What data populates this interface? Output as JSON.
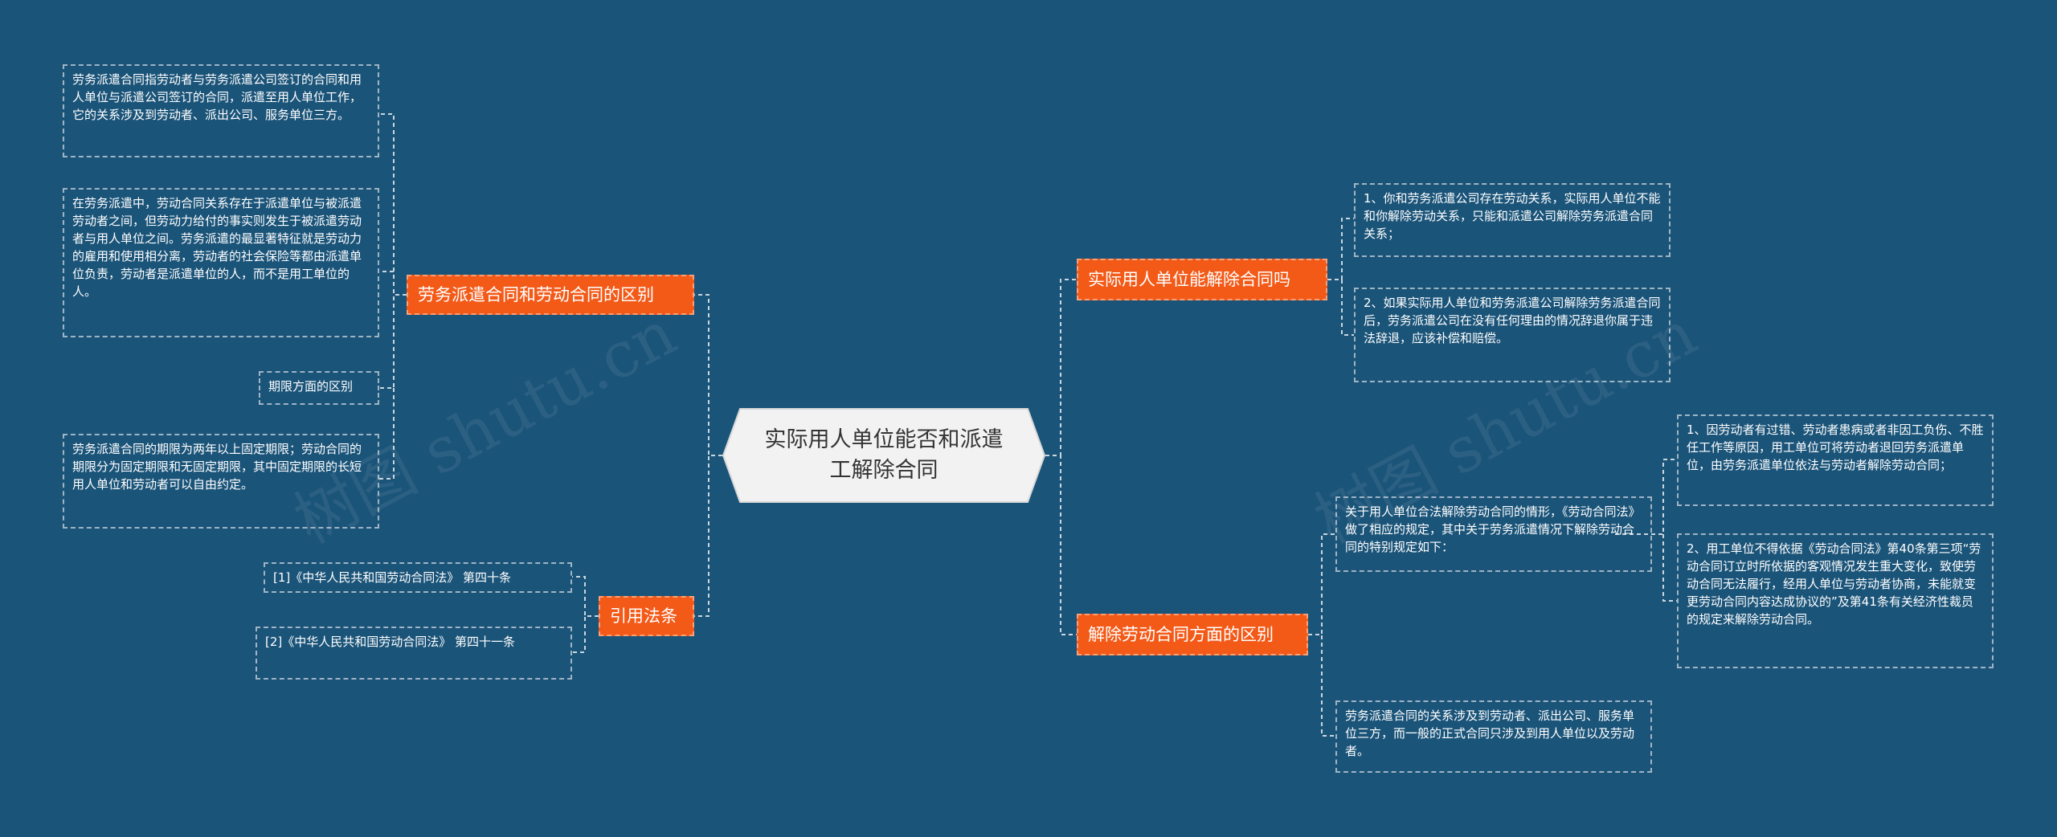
{
  "center": {
    "title": "实际用人单位能否和派遣工解除合同"
  },
  "topics": {
    "difference": "劳务派遣合同和劳动合同的区别",
    "can_terminate": "实际用人单位能解除合同吗",
    "references": "引用法条",
    "termination_difference": "解除劳动合同方面的区别"
  },
  "leaves": {
    "diff_1": "劳务派遣合同指劳动者与劳务派遣公司签订的合同和用人单位与派遣公司签订的合同，派遣至用人单位工作，它的关系涉及到劳动者、派出公司、服务单位三方。",
    "diff_2": "在劳务派遣中，劳动合同关系存在于派遣单位与被派遣劳动者之间，但劳动力给付的事实则发生于被派遣劳动者与用人单位之间。劳务派遣的最显著特征就是劳动力的雇用和使用相分离，劳动者的社会保险等都由派遣单位负责，劳动者是派遣单位的人，而不是用工单位的人。",
    "diff_3": "期限方面的区别",
    "diff_4": "劳务派遣合同的期限为两年以上固定期限；劳动合同的期限分为固定期限和无固定期限，其中固定期限的长短用人单位和劳动者可以自由约定。",
    "ref_1": "[1]《中华人民共和国劳动合同法》 第四十条",
    "ref_2": "[2]《中华人民共和国劳动合同法》 第四十一条",
    "can_1": "1、你和劳务派遣公司存在劳动关系，实际用人单位不能和你解除劳动关系，只能和派遣公司解除劳务派遣合同关系；",
    "can_2": "2、如果实际用人单位和劳务派遣公司解除劳务派遣合同后，劳务派遣公司在没有任何理由的情况辞退你属于违法辞退，应该补偿和赔偿。",
    "term_1": "关于用人单位合法解除劳动合同的情形，《劳动合同法》做了相应的规定，其中关于劳务派遣情况下解除劳动合同的特别规定如下：",
    "term_1a": "1、因劳动者有过错、劳动者患病或者非因工负伤、不胜任工作等原因，用工单位可将劳动者退回劳务派遣单位，由劳务派遣单位依法与劳动者解除劳动合同；",
    "term_1b": "2、用工单位不得依据《劳动合同法》第40条第三项“劳动合同订立时所依据的客观情况发生重大变化，致使劳动合同无法履行，经用人单位与劳动者协商，未能就变更劳动合同内容达成协议的”及第41条有关经济性裁员的规定来解除劳动合同。",
    "term_2": "劳务派遣合同的关系涉及到劳动者、派出公司、服务单位三方，而一般的正式合同只涉及到用人单位以及劳动者。"
  },
  "watermarks": [
    "树图 shutu.cn",
    "树图 shutu.cn"
  ]
}
